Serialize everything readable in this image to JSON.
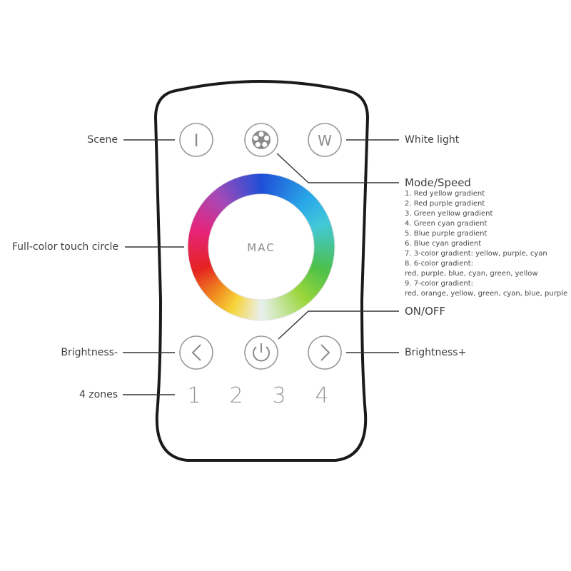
{
  "labels": {
    "scene": "Scene",
    "white_light": "White light",
    "mode_speed": "Mode/Speed",
    "full_color": "Full-color touch circle",
    "on_off": "ON/OFF",
    "brightness_minus": "Brightness-",
    "brightness_plus": "Brightness+",
    "zones": "4 zones"
  },
  "mode_list": [
    "1. Red yellow gradient",
    "2. Red purple gradient",
    "3. Green yellow gradient",
    "4. Green cyan gradient",
    "5. Blue purple gradient",
    "6. Blue cyan gradient",
    "7. 3-color gradient: yellow, purple, cyan",
    "8. 6-color gradient:",
    "red, purple, blue, cyan, green, yellow",
    "9. 7-color gradient:",
    "red, orange, yellow, green, cyan, blue, purple"
  ],
  "buttons": {
    "scene_glyph": "I",
    "white_glyph": "W",
    "brightness_minus_glyph": "<",
    "brightness_plus_glyph": ">"
  },
  "zone_numbers": [
    "1",
    "2",
    "3",
    "4"
  ],
  "logo_text": "MAC",
  "colors": {
    "outline": "#1a1a1a",
    "button_stroke": "#9a9a9a",
    "leader": "#333333"
  },
  "icons": {
    "mode": "flower-dots-icon",
    "power": "power-icon"
  }
}
